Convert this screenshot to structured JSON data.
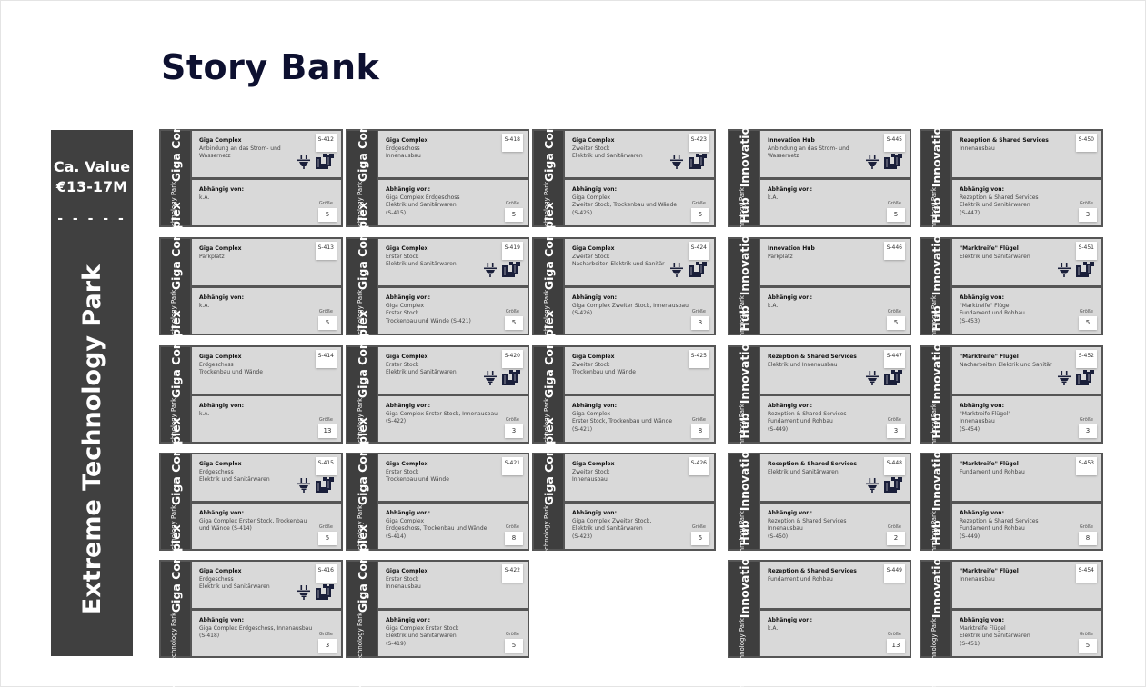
{
  "title": "Story Bank",
  "banner": {
    "value_label": "Ca. Value",
    "value": "€13-17M",
    "divider": "- - - - -",
    "park": "Extreme Technology Park"
  },
  "labels": {
    "park": "Extreme Technology Park",
    "depends": "Abhängig von:",
    "size": "Größe"
  },
  "colors": {
    "dark": "#3e3e3e",
    "card": "#d9d9d9",
    "icon": "#1a1f3a",
    "title": "#0d1030"
  },
  "columns": [
    {
      "area": "Giga Complex",
      "cards": [
        {
          "id": "S-412",
          "title": "Giga Complex",
          "desc": [
            "Anbindung an das Strom- und",
            "Wassernetz"
          ],
          "deps": [
            "k.A."
          ],
          "size": "5",
          "icons": true
        },
        {
          "id": "S-413",
          "title": "Giga Complex",
          "desc": [
            "Parkplatz"
          ],
          "deps": [
            "k.A."
          ],
          "size": "5",
          "icons": false
        },
        {
          "id": "S-414",
          "title": "Giga Complex",
          "desc": [
            "Erdgeschoss",
            "Trockenbau und Wände"
          ],
          "deps": [
            "k.A."
          ],
          "size": "13",
          "icons": false
        },
        {
          "id": "S-415",
          "title": "Giga Complex",
          "desc": [
            "Erdgeschoss",
            "Elektrik und Sanitärwaren"
          ],
          "deps": [
            "Giga Complex Erster Stock, Trockenbau",
            "und Wände (S-414)"
          ],
          "size": "5",
          "icons": true
        },
        {
          "id": "S-416",
          "title": "Giga Complex",
          "desc": [
            "Erdgeschoss",
            "Elektrik und Sanitärwaren"
          ],
          "deps": [
            "Giga Complex Erdgeschoss, Innenausbau",
            "(S-418)"
          ],
          "size": "3",
          "icons": true
        }
      ]
    },
    {
      "area": "Giga Complex",
      "cards": [
        {
          "id": "S-418",
          "title": "Giga Complex",
          "desc": [
            "Erdgeschoss",
            "Innenausbau"
          ],
          "deps": [
            "Giga Complex Erdgeschoss",
            "Elektrik und Sanitärwaren",
            "(S-415)"
          ],
          "size": "5",
          "icons": false
        },
        {
          "id": "S-419",
          "title": "Giga Complex",
          "desc": [
            "Erster Stock",
            "Elektrik und Sanitärwaren"
          ],
          "deps": [
            "Giga Complex",
            "Erster Stock",
            "Trockenbau und Wände (S-421)"
          ],
          "size": "5",
          "icons": true
        },
        {
          "id": "S-420",
          "title": "Giga Complex",
          "desc": [
            "Erster Stock",
            "Elektrik und Sanitärwaren"
          ],
          "deps": [
            "Giga Complex Erster Stock, Innenausbau",
            "(S-422)"
          ],
          "size": "3",
          "icons": true
        },
        {
          "id": "S-421",
          "title": "Giga Complex",
          "desc": [
            "Erster Stock",
            "Trockenbau und Wände"
          ],
          "deps": [
            "Giga Complex",
            "Erdgeschoss, Trockenbau und Wände",
            "(S-414)"
          ],
          "size": "8",
          "icons": false
        },
        {
          "id": "S-422",
          "title": "Giga Complex",
          "desc": [
            "Erster Stock",
            "Innenausbau"
          ],
          "deps": [
            "Giga Complex Erster Stock",
            "Elektrik und Sanitärwaren",
            "(S-419)"
          ],
          "size": "5",
          "icons": false
        }
      ]
    },
    {
      "area": "Giga Complex",
      "cards": [
        {
          "id": "S-423",
          "title": "Giga Complex",
          "desc": [
            "Zweiter Stock",
            "Elektrik und Sanitärwaren"
          ],
          "deps": [
            "Giga Complex",
            "Zweiter Stock, Trockenbau und Wände",
            "(S-425)"
          ],
          "size": "5",
          "icons": true
        },
        {
          "id": "S-424",
          "title": "Giga Complex",
          "desc": [
            "Zweiter Stock",
            "Nacharbeiten Elektrik und Sanitär"
          ],
          "deps": [
            "Giga Complex Zweiter Stock, Innenausbau",
            "(S-426)"
          ],
          "size": "3",
          "icons": true
        },
        {
          "id": "S-425",
          "title": "Giga Complex",
          "desc": [
            "Zweiter Stock",
            "Trockenbau und Wände"
          ],
          "deps": [
            "Giga Complex",
            "Erster Stock, Trockenbau und Wände",
            "(S-421)"
          ],
          "size": "8",
          "icons": false
        },
        {
          "id": "S-426",
          "title": "Giga Complex",
          "desc": [
            "Zweiter Stock",
            "Innenausbau"
          ],
          "deps": [
            "Giga Complex Zweiter Stock,",
            "Elektrik und Sanitärwaren",
            "(S-423)"
          ],
          "size": "5",
          "icons": false
        }
      ]
    },
    {
      "area": "Innovation Hub",
      "cards": [
        {
          "id": "S-445",
          "title": "Innovation Hub",
          "desc": [
            "Anbindung an das Strom- und",
            "Wassernetz"
          ],
          "deps": [
            "k.A."
          ],
          "size": "5",
          "icons": true
        },
        {
          "id": "S-446",
          "title": "Innovation Hub",
          "desc": [
            "Parkplatz"
          ],
          "deps": [
            "k.A."
          ],
          "size": "5",
          "icons": false
        },
        {
          "id": "S-447",
          "title": "Rezeption & Shared Services",
          "desc": [
            "Elektrik und Innenausbau"
          ],
          "deps": [
            "Rezeption & Shared Services",
            "Fundament und Rohbau",
            "(S-449)"
          ],
          "size": "3",
          "icons": true
        },
        {
          "id": "S-448",
          "title": "Reception & Shared Services",
          "desc": [
            "Elektrik und Sanitärwaren"
          ],
          "deps": [
            "Rezeption & Shared Services",
            "Innenausbau",
            "(S-450)"
          ],
          "size": "2",
          "icons": true
        },
        {
          "id": "S-449",
          "title": "Rezeption & Shared Services",
          "desc": [
            "Fundament und Rohbau"
          ],
          "deps": [
            "k.A."
          ],
          "size": "13",
          "icons": false
        }
      ]
    },
    {
      "area": "Innovation Hub",
      "cards": [
        {
          "id": "S-450",
          "title": "Rezeption & Shared Services",
          "desc": [
            "Innenausbau"
          ],
          "deps": [
            "Rezeption & Shared Services",
            "Elektrik und Sanitärwaren",
            "(S-447)"
          ],
          "size": "3",
          "icons": false
        },
        {
          "id": "S-451",
          "title": "\"Marktreife\" Flügel",
          "desc": [
            "Elektrik und Sanitärwaren"
          ],
          "deps": [
            "\"Marktreife\" Flügel",
            "Fundament und Rohbau",
            "(S-453)"
          ],
          "size": "5",
          "icons": true
        },
        {
          "id": "S-452",
          "title": "\"Marktreife\" Flügel",
          "desc": [
            "Nacharbeiten Elektrik und Sanitär"
          ],
          "deps": [
            "\"Marktreife Flügel\"",
            "Innenausbau",
            "(S-454)"
          ],
          "size": "3",
          "icons": true
        },
        {
          "id": "S-453",
          "title": "\"Marktreife\" Flügel",
          "desc": [
            "Fundament und Rohbau"
          ],
          "deps": [
            "Rezeption & Shared Services",
            "Fundament und Rohbau",
            "(S-449)"
          ],
          "size": "8",
          "icons": false
        },
        {
          "id": "S-454",
          "title": "\"Marktreife\" Flügel",
          "desc": [
            "Innenausbau"
          ],
          "deps": [
            "Marktreife Flügel",
            "Elektrik und Sanitärwaren",
            "(S-451)"
          ],
          "size": "5",
          "icons": false
        }
      ]
    }
  ]
}
